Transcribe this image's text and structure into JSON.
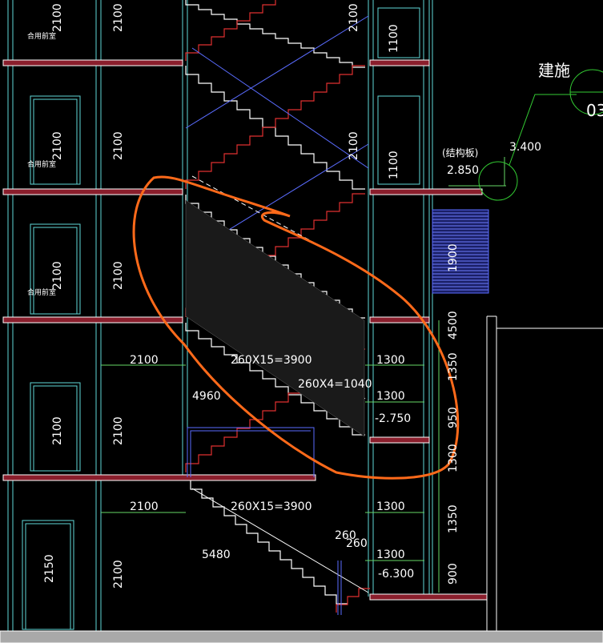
{
  "title": {
    "text": "建施",
    "sheet_code": "03"
  },
  "colors": {
    "background": "#000000",
    "slab": "#8a1e2c",
    "wall": "#ffffff",
    "grid_cyan": "#5fd7d7",
    "dim_green": "#66d866",
    "stair_red": "#e03030",
    "stair_white": "#ffffff",
    "blue_line": "#5a6cff",
    "callout_green": "#33cc33",
    "annotation_orange": "#ff6a1a"
  },
  "rooms": [
    {
      "id": "r1",
      "label": "合用前室"
    },
    {
      "id": "r2",
      "label": "合用前室"
    },
    {
      "id": "r3",
      "label": "合用前室"
    }
  ],
  "dims_left": [
    "2100",
    "2100",
    "2100",
    "2100",
    "2100",
    "2150"
  ],
  "dims_col2": [
    "2100",
    "2100",
    "2100",
    "2100",
    "2100"
  ],
  "dims_upper_right": [
    "2100",
    "1100",
    "2100",
    "1100"
  ],
  "stair_texts": {
    "run1": "260X15=3900",
    "run1b": "260X4=1040",
    "run2": "260X15=3900",
    "len1": "4960",
    "len2": "5480",
    "w1": "2100",
    "w2": "2100",
    "t1": "260",
    "t2": "260"
  },
  "landing_dims": [
    "1300",
    "1300",
    "1300",
    "1300"
  ],
  "levels": {
    "l1": "-2.750",
    "l2": "-6.300",
    "l3": "2.850",
    "l4": "3.400"
  },
  "structural_label": "(结构板)",
  "vertical_dims_right": [
    "4500",
    "1350",
    "950",
    "1300",
    "1350",
    "900"
  ],
  "window_dim": "1900"
}
